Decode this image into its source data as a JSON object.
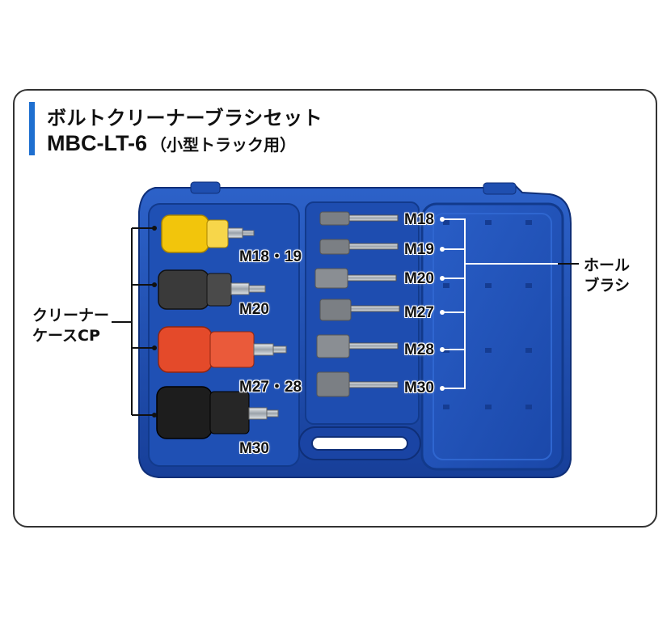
{
  "header": {
    "title": "ボルトクリーナーブラシセット",
    "model": "MBC-LT-6",
    "model_note": "（小型トラック用）"
  },
  "cleaner_case": {
    "label_line1": "クリーナー",
    "label_line2": "ケースCP",
    "items": [
      {
        "size": "M18・19",
        "color": "#f2c50c"
      },
      {
        "size": "M20",
        "color": "#3a3a3a"
      },
      {
        "size": "M27・28",
        "color": "#e44a2a"
      },
      {
        "size": "M30",
        "color": "#1d1d1d"
      }
    ]
  },
  "hole_brush": {
    "label_line1": "ホール",
    "label_line2": "ブラシ",
    "items": [
      "M18",
      "M19",
      "M20",
      "M27",
      "M28",
      "M30"
    ]
  },
  "colors": {
    "case_blue": "#1d4fb5",
    "case_dark": "#123a8c",
    "accent": "#1e6fd0"
  }
}
